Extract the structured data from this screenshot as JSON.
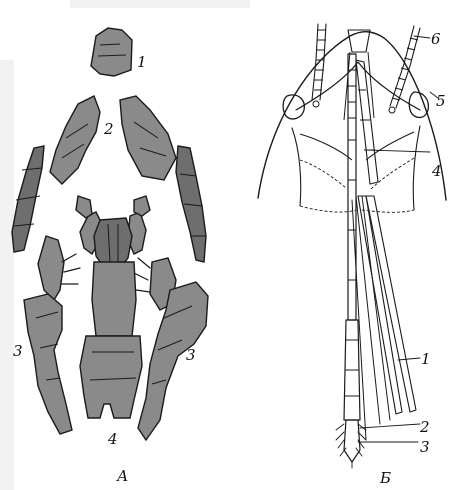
{
  "figure": {
    "left_panel": {
      "panel_letter": "А",
      "labels": {
        "l1": "1",
        "l2": "2",
        "l3_left": "3",
        "l3_right": "3",
        "l4": "4"
      }
    },
    "right_panel": {
      "panel_letter": "Б",
      "labels": {
        "l1": "1",
        "l2": "2",
        "l3": "3",
        "l4": "4",
        "l5": "5",
        "l6": "6"
      }
    }
  },
  "colors": {
    "ink": "#1a1a1a",
    "shading": "#8a8a8a",
    "background": "#ffffff"
  }
}
